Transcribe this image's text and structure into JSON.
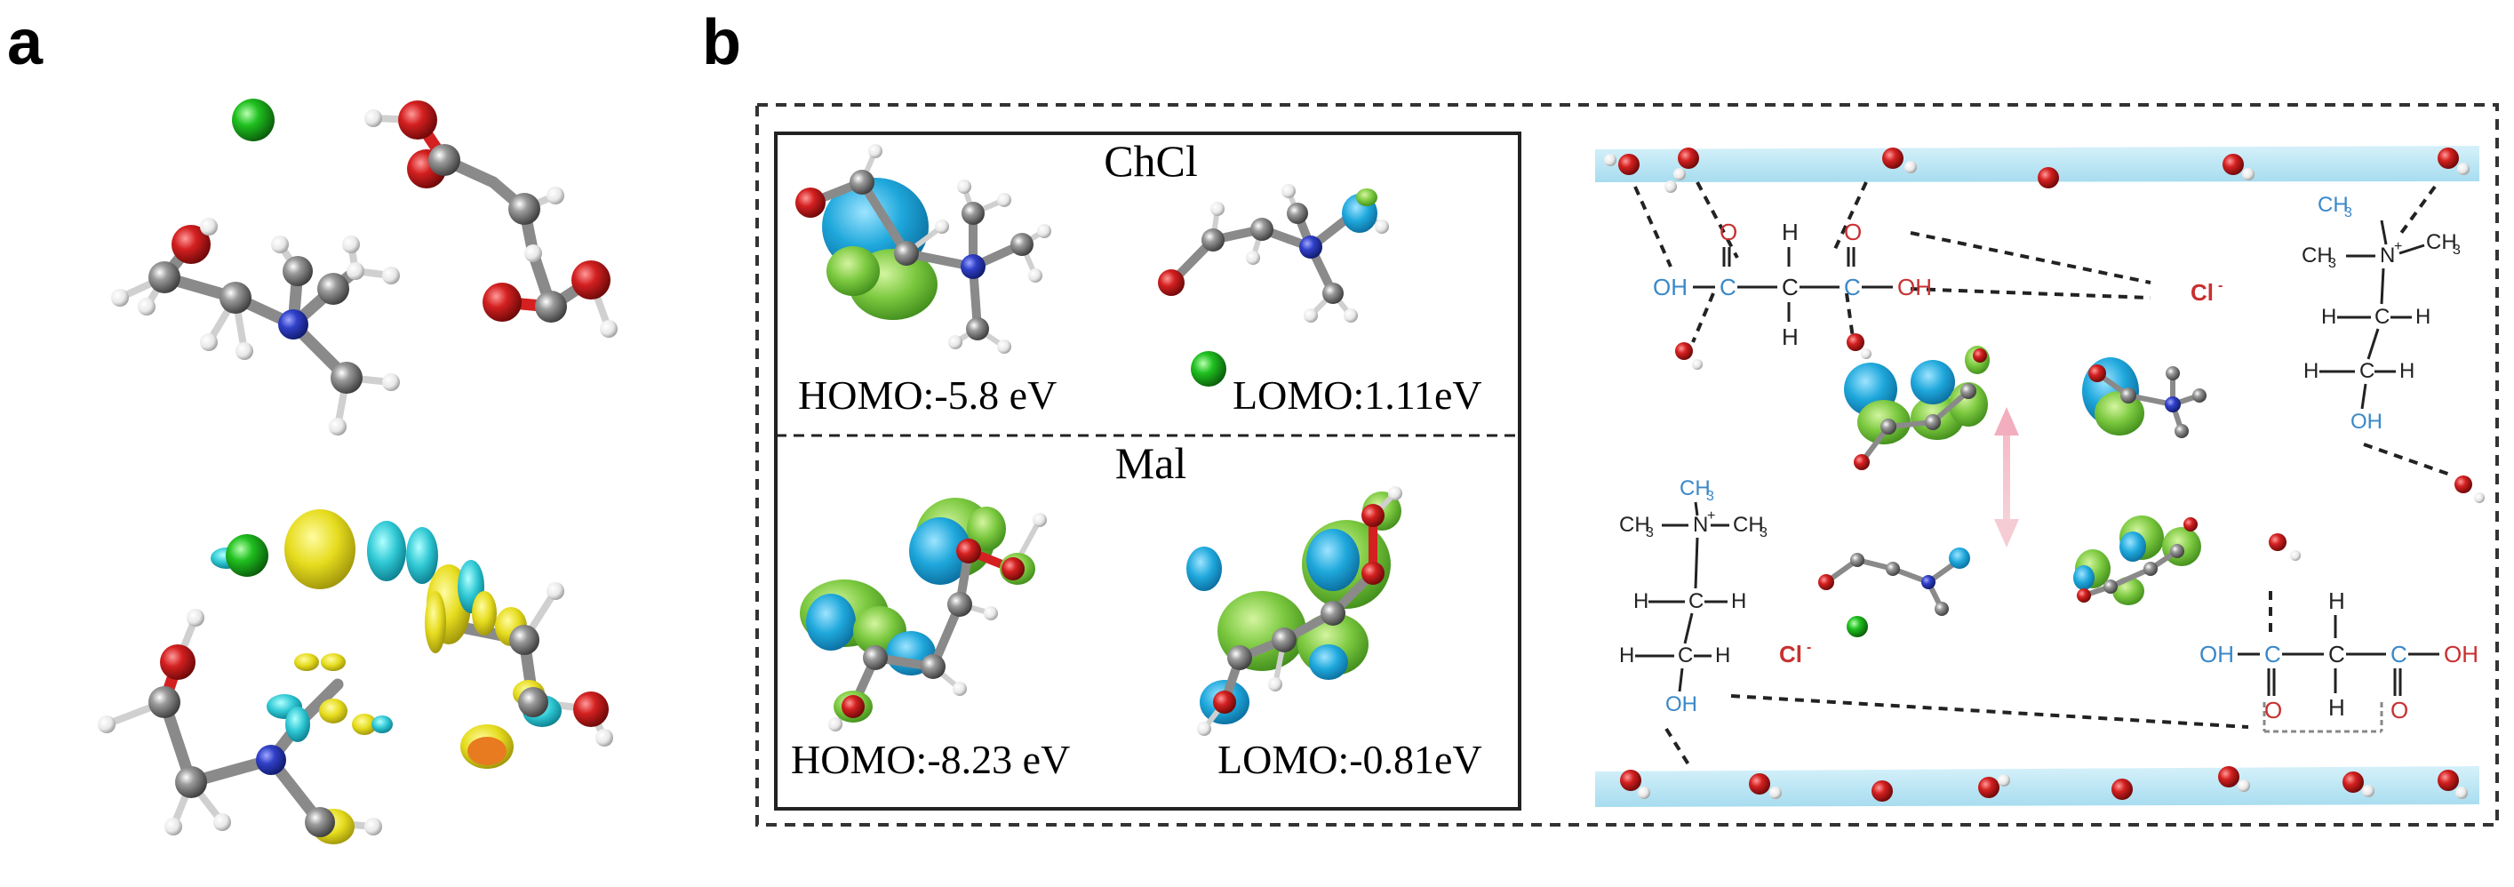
{
  "panel_a": {
    "label": "a"
  },
  "panel_b": {
    "label": "b",
    "chcl": {
      "name": "ChCl",
      "homo": "HOMO:-5.8 eV",
      "lomo": "LOMO:1.11eV"
    },
    "mal": {
      "name": "Mal",
      "homo": "HOMO:-8.23 eV",
      "lomo": "LOMO:-0.81eV"
    },
    "scheme": {
      "cl": "Cl",
      "cl_charge": "-",
      "oh": "OH",
      "o": "O",
      "c": "C",
      "h": "H",
      "ch3": "CH",
      "ch3_sub": "3",
      "n": "N",
      "n_charge": "+"
    }
  },
  "colors": {
    "carbon": "#8a8a8a",
    "hydrogen": "#f2f2f2",
    "oxygen": "#d42020",
    "nitrogen": "#3040c8",
    "chlorine": "#20c020",
    "orbital_blue": "#1fa8dc",
    "orbital_green": "#7cc940",
    "density_yellow": "#e6dc1e",
    "density_cyan": "#2fc8d4",
    "water_band": "#bde7f4",
    "scheme_blue": "#3a88c8",
    "scheme_red": "#c83030",
    "arrow_pink": "#f2c0c8"
  }
}
